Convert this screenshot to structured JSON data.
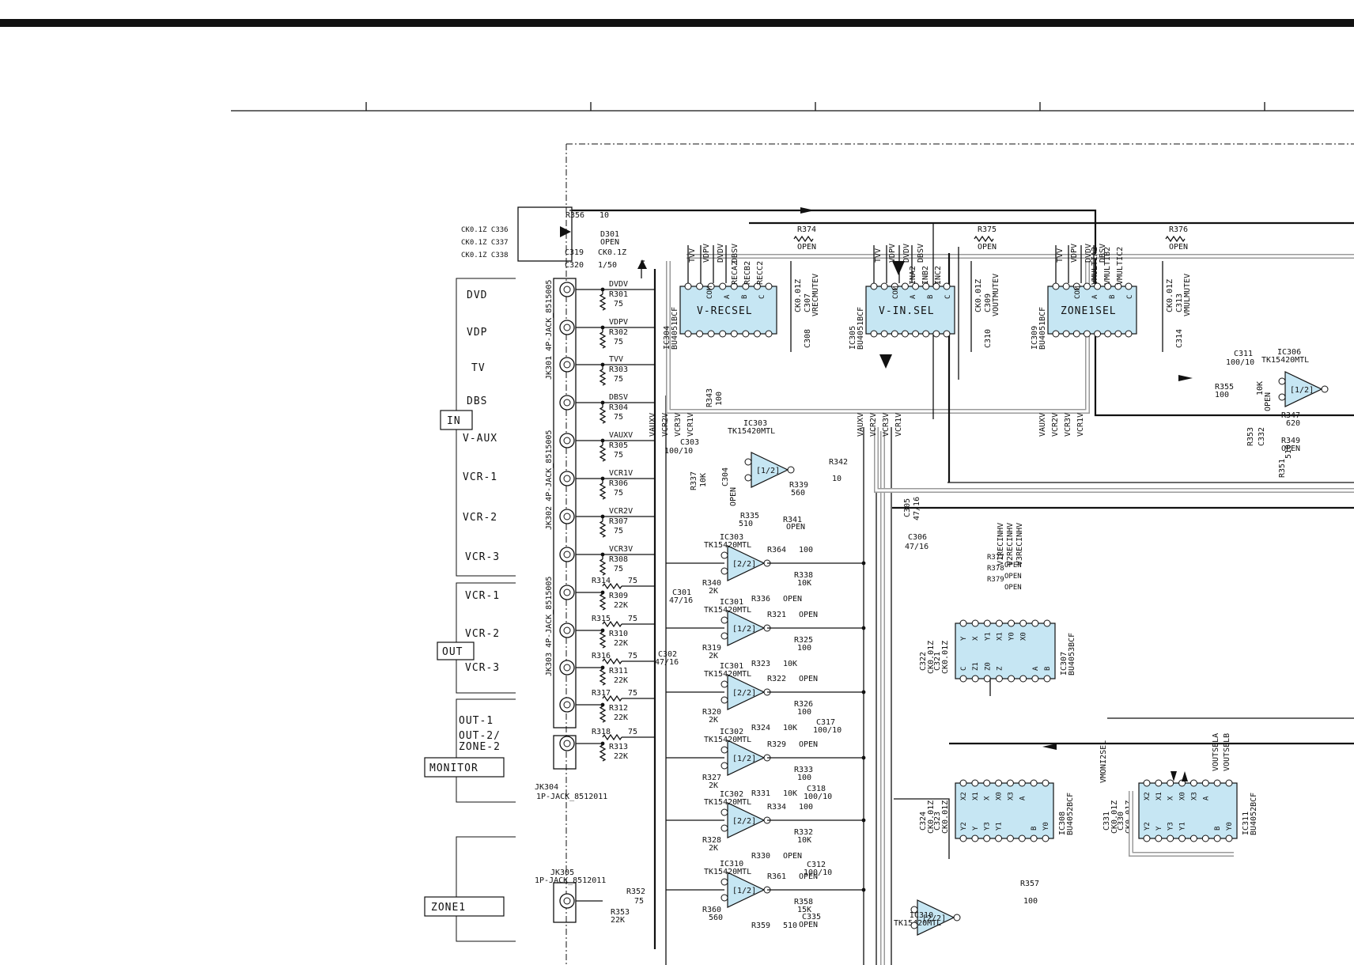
{
  "groups": {
    "in": "IN",
    "out": "OUT",
    "monitor": "MONITOR",
    "zone1": "ZONE1"
  },
  "inputs": [
    "DVD",
    "VDP",
    "TV",
    "DBS",
    "V-AUX",
    "VCR-1",
    "VCR-2",
    "VCR-3"
  ],
  "outputs": [
    "VCR-1",
    "VCR-2",
    "VCR-3"
  ],
  "monitor_labels": [
    "OUT-1",
    "OUT-2/",
    "ZONE-2"
  ],
  "jacks": {
    "jk301": [
      "JK301",
      "4P-JACK_8515005"
    ],
    "jk302": [
      "JK302",
      "4P-JACK_8515005"
    ],
    "jk303": [
      "JK303",
      "4P-JACK_8515005"
    ],
    "jk304": [
      "JK304",
      "1P-JACK_8512011"
    ],
    "jk305": [
      "JK305",
      "1P-JACK_8512011"
    ]
  },
  "power": {
    "r356": "R356",
    "r356_val": "10",
    "d301": "D301",
    "d301_val": "OPEN",
    "c319": "C319",
    "c319_val": "CK0.1Z",
    "c320": "C320",
    "c320_val": "1/50",
    "caps": [
      "CK0.1Z C336",
      "CK0.1Z C337",
      "CK0.1Z C338"
    ]
  },
  "input_nets": [
    {
      "net": "DVDV",
      "r": "R301",
      "v": "75"
    },
    {
      "net": "VDPV",
      "r": "R302",
      "v": "75"
    },
    {
      "net": "TVV",
      "r": "R303",
      "v": "75"
    },
    {
      "net": "DBSV",
      "r": "R304",
      "v": "75"
    },
    {
      "net": "VAUXV",
      "r": "R305",
      "v": "75"
    },
    {
      "net": "VCR1V",
      "r": "R306",
      "v": "75"
    },
    {
      "net": "VCR2V",
      "r": "R307",
      "v": "75"
    },
    {
      "net": "VCR3V",
      "r": "R308",
      "v": "75"
    }
  ],
  "output_nets": [
    {
      "r1": "R314",
      "v1": "75",
      "r2": "R309",
      "v2": "22K"
    },
    {
      "r1": "R315",
      "v1": "75",
      "r2": "R310",
      "v2": "22K"
    },
    {
      "r1": "R316",
      "v1": "75",
      "r2": "R311",
      "v2": "22K"
    },
    {
      "r1": "R317",
      "v1": "75",
      "r2": "R312",
      "v2": "22K"
    },
    {
      "r1": "R318",
      "v1": "75",
      "r2": "R313",
      "v2": "22K"
    }
  ],
  "ic304": {
    "ref": "IC304",
    "part": "BU4051BCF",
    "name": "V-RECSEL",
    "top": [
      "TVV",
      "VDPV",
      "DVDV",
      "DBSV"
    ],
    "top2": [
      "RECA2",
      "RECB2",
      "RECC2"
    ],
    "bottom": [
      "VAUXV",
      "VCR2V",
      "VCR3V",
      "VCR1V"
    ],
    "ports": [
      "COM",
      "A",
      "B",
      "C"
    ]
  },
  "ic305": {
    "ref": "IC305",
    "part": "BU4051BCF",
    "name": "V-IN.SEL",
    "top": [
      "TVV",
      "VDPV",
      "DVDV",
      "DBSV"
    ],
    "top2": [
      "INA2",
      "INB2",
      "INC2"
    ],
    "bottom": [
      "VAUXV",
      "VCR2V",
      "VCR3V",
      "VCR1V"
    ],
    "ports": [
      "COM",
      "A",
      "B",
      "C"
    ]
  },
  "ic309": {
    "ref": "IC309",
    "part": "BU4051BCF",
    "name": "ZONE1SEL",
    "top": [
      "TVV",
      "VDPV",
      "DVDV",
      "DBSV"
    ],
    "top2": [
      "VMULTIA2",
      "VMULTIB2",
      "VMULTIC2"
    ],
    "bottom": [
      "VAUXV",
      "VCR2V",
      "VCR3V",
      "VCR1V"
    ],
    "ports": [
      "COM",
      "A",
      "B",
      "C"
    ]
  },
  "caps_top": [
    {
      "r": "R374",
      "v": "OPEN",
      "c": "C307",
      "cv": "CK0.01Z",
      "net": "VRECMUTEV",
      "c2": "C308"
    },
    {
      "r": "R375",
      "v": "OPEN",
      "c": "C309",
      "cv": "CK0.01Z",
      "net": "VOUTMUTEV",
      "c2": "C310"
    },
    {
      "r": "R376",
      "v": "OPEN",
      "c": "C313",
      "cv": "CK0.01Z",
      "net": "VMULMUTEV",
      "c2": "C314"
    }
  ],
  "ic303a": {
    "ref": "IC303",
    "part": "TK15420MTL",
    "unit": "[1/2]"
  },
  "ic303_parts": [
    {
      "r": "R337",
      "v": "10K"
    },
    {
      "r": "R339",
      "v": "560"
    },
    {
      "r": "R341",
      "v": "OPEN"
    },
    {
      "r": "R335",
      "v": "510"
    },
    {
      "r": "R342",
      "v": "10"
    },
    {
      "r": "R343",
      "v": "100"
    },
    {
      "c": "C303",
      "v": "100/10"
    },
    {
      "c": "C304",
      "v": "OPEN"
    }
  ],
  "caps_mid": [
    {
      "c": "C305",
      "v": "47/16"
    },
    {
      "c": "C306",
      "v": "47/16"
    }
  ],
  "ic306": {
    "ref": "IC306",
    "part": "TK15420MTL",
    "unit": "[1/2]",
    "parts": [
      {
        "r": "R347",
        "v": "620"
      },
      {
        "r": "R349",
        "v": "OPEN"
      },
      {
        "r": "R355",
        "v": "100"
      },
      {
        "r": "R353",
        "v": "10K"
      },
      {
        "r": "R351",
        "v": "510"
      },
      {
        "c": "C311",
        "v": "100/10"
      },
      {
        "c": "C332",
        "v": "OPEN"
      }
    ]
  },
  "buffers": [
    {
      "ref": "IC303",
      "part": "TK15420MTL",
      "unit": "[2/2]",
      "r1": "R340",
      "v1": "2K",
      "r2": "R338",
      "v2": "10K",
      "r3": "R336",
      "v3": "OPEN",
      "r4": "R364",
      "v4": "100"
    },
    {
      "ref": "IC301",
      "part": "TK15420MTL",
      "unit": "[1/2]",
      "r1": "R319",
      "v1": "2K",
      "r2": "R325",
      "v2": "100",
      "r3": "R323",
      "v3": "10K",
      "r4": "R321",
      "v4": "OPEN"
    },
    {
      "ref": "IC301",
      "part": "TK15420MTL",
      "unit": "[2/2]",
      "r1": "R320",
      "v1": "2K",
      "r2": "R326",
      "v2": "100",
      "r3": "R324",
      "v3": "10K",
      "r4": "R322",
      "v4": "OPEN"
    },
    {
      "ref": "IC302",
      "part": "TK15420MTL",
      "unit": "[1/2]",
      "r1": "R327",
      "v1": "2K",
      "r2": "R333",
      "v2": "100",
      "r3": "R331",
      "v3": "10K",
      "r4": "R329",
      "v4": "OPEN"
    },
    {
      "ref": "IC302",
      "part": "TK15420MTL",
      "unit": "[2/2]",
      "r1": "R328",
      "v1": "2K",
      "r2": "R332",
      "v2": "10K",
      "r3": "R330",
      "v3": "OPEN",
      "r4": "R334",
      "v4": "100"
    },
    {
      "ref": "IC310",
      "part": "TK15420MTL",
      "unit": "[1/2]",
      "r1": "R360",
      "v1": "560",
      "r2": "R358",
      "v2": "15K",
      "r3": "R359",
      "v3": "510",
      "r4": "R361",
      "v4": "OPEN"
    }
  ],
  "caps_buf": [
    {
      "c": "C301",
      "v": "47/16"
    },
    {
      "c": "C302",
      "v": "47/16"
    },
    {
      "c": "C317",
      "v": "100/10"
    },
    {
      "c": "C318",
      "v": "100/10"
    },
    {
      "c": "C312",
      "v": "100/10"
    },
    {
      "c": "C335",
      "v": "OPEN"
    }
  ],
  "zone_parts": [
    {
      "r": "R352",
      "v": "75"
    },
    {
      "r": "R353",
      "v": "22K"
    },
    {
      "r": "R357",
      "v": "100"
    }
  ],
  "ic310b": {
    "ref": "IC310",
    "part": "TK15420MTL",
    "unit": "[2/2]"
  },
  "ic307": {
    "ref": "IC307",
    "part": "BU4053BCF",
    "pins": [
      "Y",
      "X",
      "Y1",
      "X1",
      "Y0",
      "X0",
      "A",
      "B",
      "C",
      "Z1",
      "Z0",
      "Z"
    ],
    "ctrl": [
      "V1RECINHV",
      "V2RECINHV",
      "V3RECINHV"
    ],
    "parts": [
      {
        "r": "R377",
        "v": "OPEN"
      },
      {
        "r": "R378",
        "v": "OPEN"
      },
      {
        "r": "R379",
        "v": "OPEN"
      }
    ],
    "caps": [
      {
        "c": "C321",
        "v": "CK0.01Z"
      },
      {
        "c": "C322",
        "v": "CK0.01Z"
      }
    ]
  },
  "ic308": {
    "ref": "IC308",
    "part": "BU4052BCF",
    "pins": [
      "X2",
      "X1",
      "X",
      "X0",
      "X3",
      "A",
      "B",
      "Y0",
      "Y2",
      "Y",
      "Y3",
      "Y1"
    ],
    "ctrl": "VMONI2SEL",
    "caps": [
      {
        "c": "C323",
        "v": "CK0.01Z"
      },
      {
        "c": "C324",
        "v": "CK0.01Z"
      }
    ]
  },
  "ic311": {
    "ref": "IC311",
    "part": "BU4052BCF",
    "pins": [
      "X2",
      "X1",
      "X",
      "X0",
      "X3",
      "A",
      "B",
      "Y0",
      "Y2",
      "Y",
      "Y3",
      "Y1"
    ],
    "ctrl": [
      "VOUTSELA",
      "VOUTSELB"
    ],
    "caps": [
      {
        "c": "C330",
        "v": "CK0.01Z"
      },
      {
        "c": "C331",
        "v": "CK0.01Z"
      }
    ]
  },
  "colors": {
    "ic_fill": "#c6e6f3",
    "ink": "#111111",
    "bus": "#9a9a9a"
  }
}
